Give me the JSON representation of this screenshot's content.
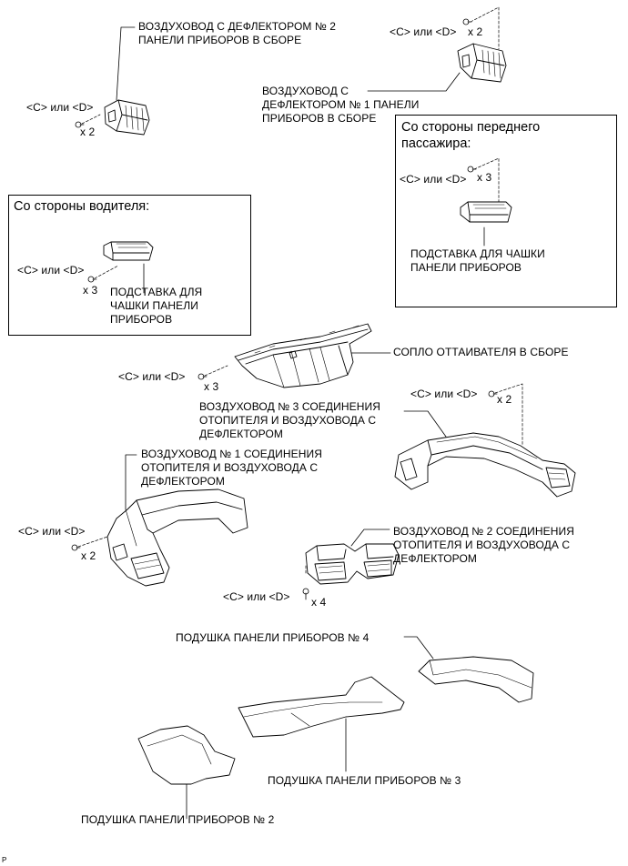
{
  "labels": {
    "duct2_title": "ВОЗДУХОВОД С ДЕФЛЕКТОРОМ № 2\nПАНЕЛИ ПРИБОРОВ В СБОРЕ",
    "duct1_title": "ВОЗДУХОВОД С\nДЕФЛЕКТОРОМ № 1 ПАНЕЛИ\nПРИБОРОВ В СБОРЕ",
    "cup_holder_driver": "ПОДСТАВКА ДЛЯ\nЧАШКИ ПАНЕЛИ\nПРИБОРОВ",
    "cup_holder_passenger": "ПОДСТАВКА ДЛЯ ЧАШКИ\nПАНЕЛИ ПРИБОРОВ",
    "defroster_nozzle": "СОПЛО ОТТАИВАТЕЛЯ В СБОРЕ",
    "heater_duct3": "ВОЗДУХОВОД № 3 СОЕДИНЕНИЯ\nОТОПИТЕЛЯ И ВОЗДУХОВОДА С\nДЕФЛЕКТОРОМ",
    "heater_duct1": "ВОЗДУХОВОД № 1 СОЕДИНЕНИЯ\nОТОПИТЕЛЯ И ВОЗДУХОВОДА С\nДЕФЛЕКТОРОМ",
    "heater_duct2": "ВОЗДУХОВОД № 2 СОЕДИНЕНИЯ\nОТОПИТЕЛЯ И ВОЗДУХОВОДА С\nДЕФЛЕКТОРОМ",
    "cushion4": "ПОДУШКА ПАНЕЛИ ПРИБОРОВ № 4",
    "cushion3": "ПОДУШКА ПАНЕЛИ ПРИБОРОВ № 3",
    "cushion2": "ПОДУШКА ПАНЕЛИ ПРИБОРОВ № 2"
  },
  "boxes": {
    "driver_side": "Со стороны водителя:",
    "passenger_side": "Со стороны переднего\nпассажира:"
  },
  "fasteners": {
    "clip_type": "<C> или <D>",
    "x2": "x 2",
    "x3": "x 3",
    "x4": "x 4"
  },
  "figure_code": "P"
}
